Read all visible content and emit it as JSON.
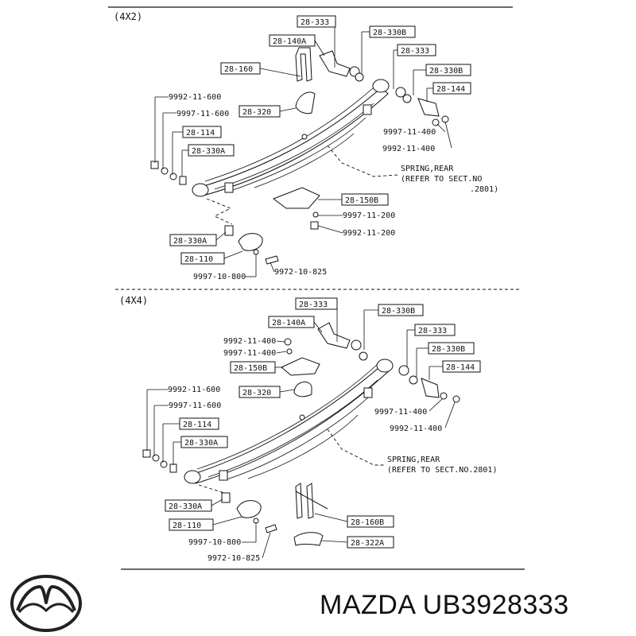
{
  "diagram": {
    "top": {
      "section": "(4X2)",
      "spring_note": [
        "SPRING,REAR",
        "(REFER TO SECT.NO",
        ".2801)"
      ],
      "boxed": {
        "b333a": "28-333",
        "b140a": "28-140A",
        "b330ba": "28-330B",
        "b160": "28-160",
        "b333b": "28-333",
        "b330bb": "28-330B",
        "b144": "28-144",
        "b320": "28-320",
        "b114": "28-114",
        "b330aa": "28-330A",
        "b150b": "28-150B",
        "b330ab": "28-330A",
        "b110": "28-110"
      },
      "plain": {
        "p1": "9992-11-600",
        "p2": "9997-11-600",
        "p3": "9997-11-400",
        "p4": "9992-11-400",
        "p5": "9997-11-200",
        "p6": "9992-11-200",
        "p7": "9997-10-800",
        "p8": "9972-10-825"
      }
    },
    "bottom": {
      "section": "(4X4)",
      "spring_note": [
        "SPRING,REAR",
        "(REFER TO SECT.NO.2801)"
      ],
      "boxed": {
        "b333a": "28-333",
        "b330ba": "28-330B",
        "b140a": "28-140A",
        "b333b": "28-333",
        "b330bb": "28-330B",
        "b150b": "28-150B",
        "b144": "28-144",
        "b320": "28-320",
        "b114": "28-114",
        "b330aa": "28-330A",
        "b330ab": "28-330A",
        "b110": "28-110",
        "b160b": "28-160B",
        "b322a": "28-322A"
      },
      "plain": {
        "p1": "9992-11-400",
        "p2": "9997-11-400",
        "p3": "9992-11-600",
        "p4": "9997-11-600",
        "p5": "9997-11-400",
        "p6": "9992-11-400",
        "p7": "9997-10-800",
        "p8": "9972-10-825"
      }
    }
  },
  "footer": {
    "brand_text": "MAZDA UB3928333",
    "logo_icon": "mazda-logo-icon"
  }
}
